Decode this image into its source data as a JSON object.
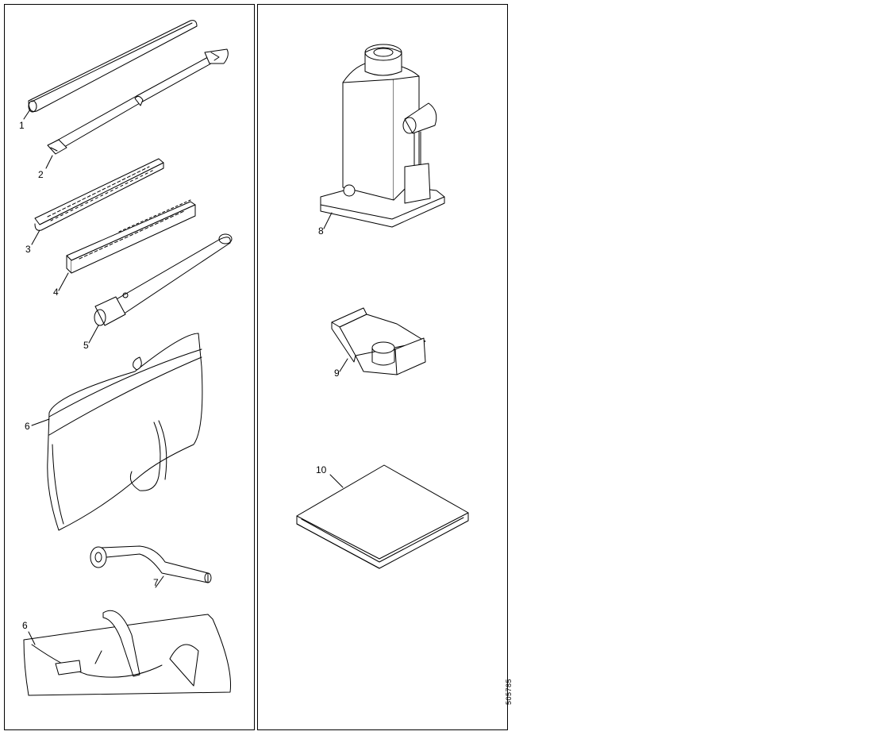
{
  "callouts": {
    "c1": "1",
    "c2": "2",
    "c3": "3",
    "c4": "4",
    "c5": "5",
    "c6a": "6",
    "c7": "7",
    "c6b": "6",
    "c8": "8",
    "c9": "9",
    "c10": "10"
  },
  "reference_code": "505785"
}
